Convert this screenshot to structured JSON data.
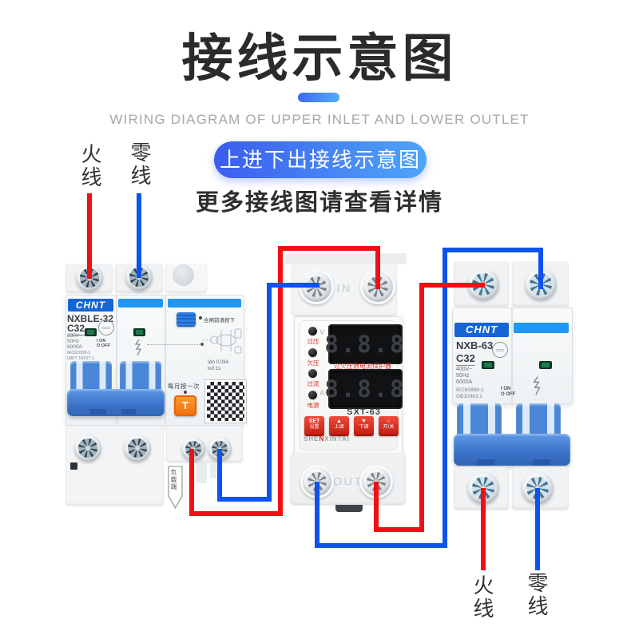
{
  "header": {
    "title": "接线示意图",
    "subtitle_en": "WIRING DIAGRAM OF UPPER INLET AND LOWER OUTLET",
    "banner": "上进下出接线示意图",
    "note": "更多接线图请查看详情"
  },
  "wire_labels": {
    "top_live": "火线",
    "top_neutral": "零线",
    "bottom_live": "火线",
    "bottom_neutral": "零线"
  },
  "colors": {
    "live_wire": "#f10f14",
    "neutral_wire": "#0d53ee",
    "accent_blue": "#2196f3",
    "brand_blue": "#1565d4"
  },
  "left_breaker": {
    "brand": "CHNT",
    "model": "NXBLE-32",
    "rating": "C32",
    "cert": "CCC",
    "spec_voltage": "230V~",
    "spec_freq": "50Hz",
    "spec_breaking": "6000A",
    "on_mark": "I ON",
    "off_mark": "O OFF",
    "standard1": "IEC61009-1",
    "standard2": "GB/T 16917.1",
    "test_note": "合闸前请按下",
    "residual_current": "IΔn 0.03A",
    "trip_time": "t≤0.1s",
    "monthly_note": "每月按一次",
    "test_button": "T",
    "load_side": "负载端"
  },
  "protector": {
    "in_label": "IN",
    "out_label": "OUT",
    "display_value": "8.8.8",
    "volt_unit": "V",
    "amp_unit": "A",
    "indicator1": "过压",
    "indicator2": "欠压",
    "indicator3": "过流",
    "indicator4": "电源",
    "name": "过欠压限电流保护器",
    "model": "SXT-63",
    "btn1_top": "SET",
    "btn1_bottom": "设置",
    "btn2_top": "▲",
    "btn2_bottom": "上调",
    "btn3_top": "▼",
    "btn3_bottom": "下调",
    "btn4_top": "○",
    "btn4_bottom": "开/关",
    "brand_pre": "SHE",
    "brand_accent": "N",
    "brand_post": "XINTAI"
  },
  "right_breaker": {
    "brand": "CHNT",
    "model": "NXB-63",
    "rating": "C32",
    "cert": "CCC",
    "spec_voltage": "400V~",
    "spec_freq": "50Hz",
    "spec_breaking": "6000A",
    "standard1": "IEC60898-1",
    "standard2": "GB10963.1",
    "on_mark": "I ON",
    "off_mark": "O OFF"
  }
}
